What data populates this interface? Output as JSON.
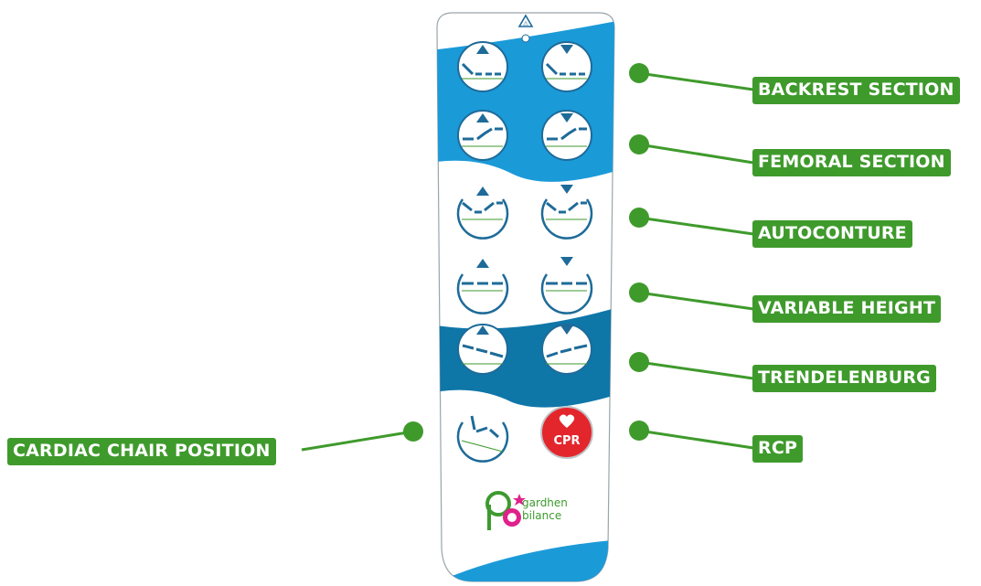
{
  "labels": {
    "backrest": "BACKREST SECTION",
    "femoral": "FEMORAL SECTION",
    "autoconture": "AUTOCONTURE",
    "variable_height": "VARIABLE HEIGHT",
    "trendelenburg": "TRENDELENBURG",
    "rcp": "RCP",
    "cardiac_chair": "CARDIAC CHAIR POSITION"
  },
  "cpr_button_text": "CPR",
  "warning_icon_text": "⚠",
  "logo": {
    "line1": "gardhen",
    "line2": "bilance"
  },
  "colors": {
    "remote_blue": "#1b9ad8",
    "remote_dark_blue": "#0f76a8",
    "icon_blue": "#1e6b99",
    "label_green": "#3f9a2c",
    "cpr_red": "#e3262c",
    "logo_pink": "#e0218a",
    "logo_green": "#3d9a2e"
  }
}
